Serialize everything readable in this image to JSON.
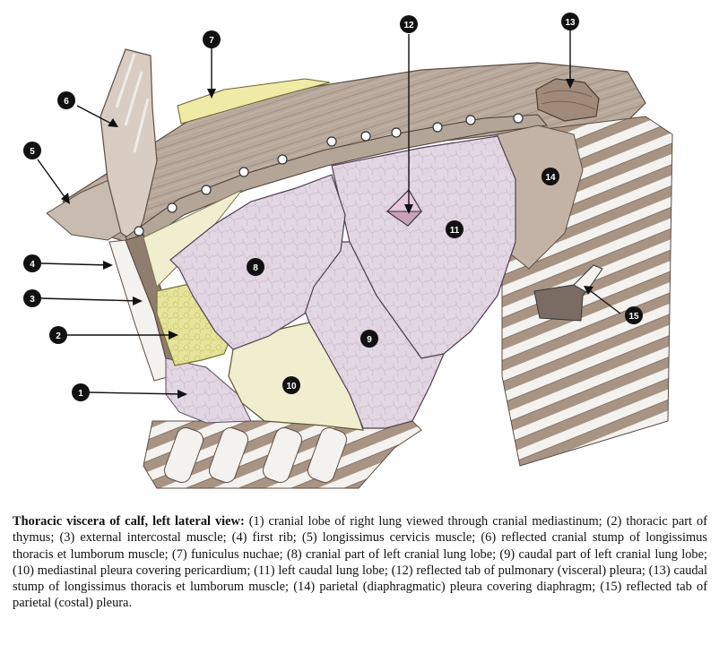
{
  "figure": {
    "labels": [
      "1",
      "2",
      "3",
      "4",
      "5",
      "6",
      "7",
      "8",
      "9",
      "10",
      "11",
      "12",
      "13",
      "14",
      "15"
    ]
  },
  "caption": {
    "title": "Thoracic viscera of calf, left lateral view:",
    "text": " (1) cranial lobe of right lung viewed through cranial mediastinum; (2) thoracic part of thymus; (3) external intercostal muscle; (4) first rib; (5) longissimus cervicis muscle; (6) reflected cranial stump of longissimus thoracis et lumborum muscle; (7) funiculus nuchae; (8) cranial part of left cranial lung lobe; (9) caudal part of left cranial lung lobe; (10) mediastinal pleura covering pericardium; (11) left caudal lung lobe; (12) reflected tab of pulmonary (visceral) pleura; (13) caudal stump of longissimus thoracis et lumborum muscle; (14) parietal (diaphragmatic) pleura covering diaphragm; (15) reflected tab of parietal (costal) pleura."
  },
  "colors": {
    "lung": "#e3d6e3",
    "muscle": "#b7a89b",
    "muscle_dark": "#8f7d70",
    "thymus": "#e6e39a",
    "pericardium": "#f1edcf",
    "nuchae": "#efeaa6",
    "rib": "#f4f2ee",
    "intercostal": "#a89484",
    "marker": "#111111"
  }
}
